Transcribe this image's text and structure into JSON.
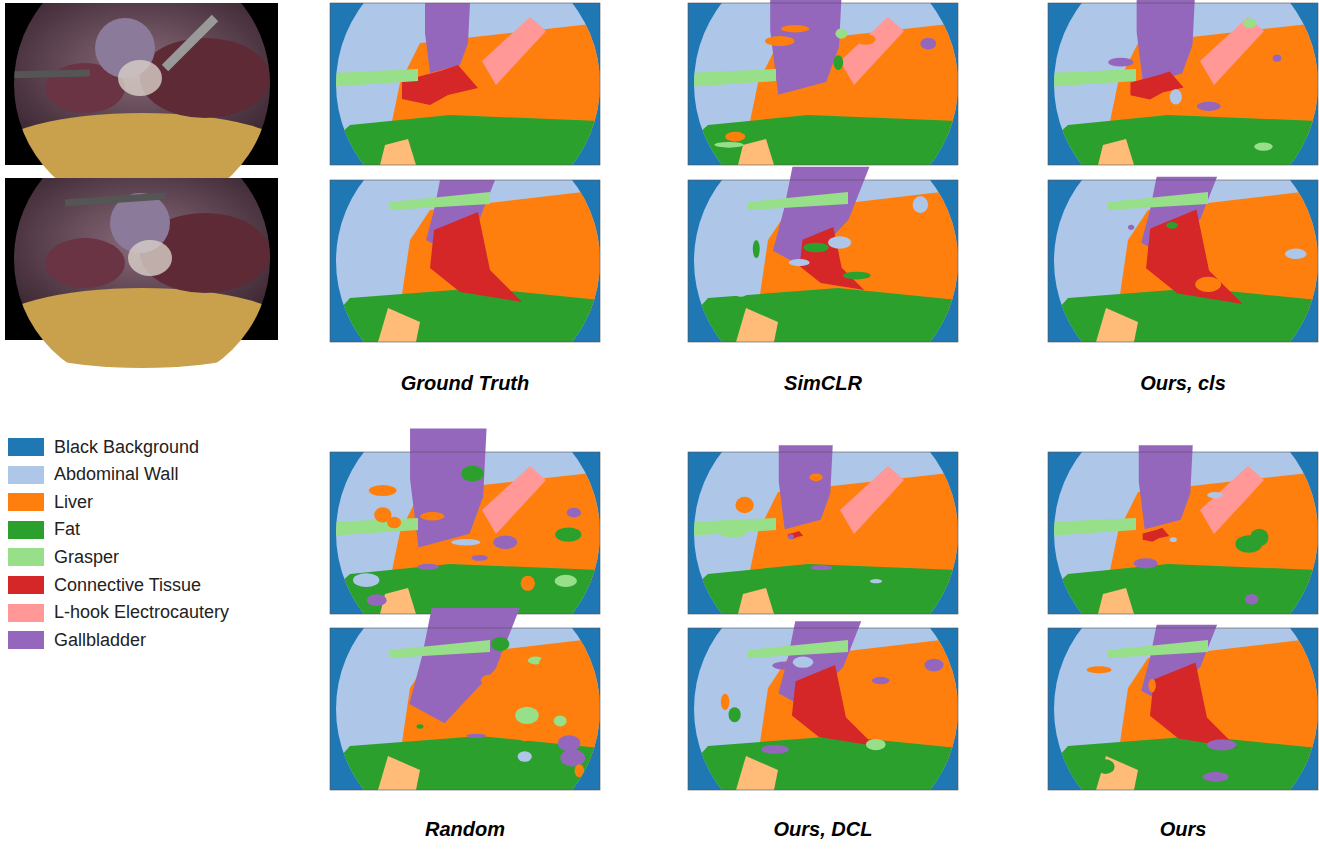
{
  "diagram": {
    "labels": [
      "Ground Truth",
      "SimCLR",
      "Ours, cls",
      "Random",
      "Ours, DCL",
      "Ours"
    ],
    "legend": [
      {
        "text": "Black Background",
        "color": "#1f77b4"
      },
      {
        "text": "Abdominal Wall",
        "color": "#aec7e8"
      },
      {
        "text": "Liver",
        "color": "#ff7f0e"
      },
      {
        "text": "Fat",
        "color": "#2ca02c"
      },
      {
        "text": "Grasper",
        "color": "#98df8a"
      },
      {
        "text": "Connective Tissue",
        "color": "#d62728"
      },
      {
        "text": "L-hook Electrocautery",
        "color": "#ff9896"
      },
      {
        "text": "Gallbladder",
        "color": "#9467bd"
      }
    ]
  }
}
